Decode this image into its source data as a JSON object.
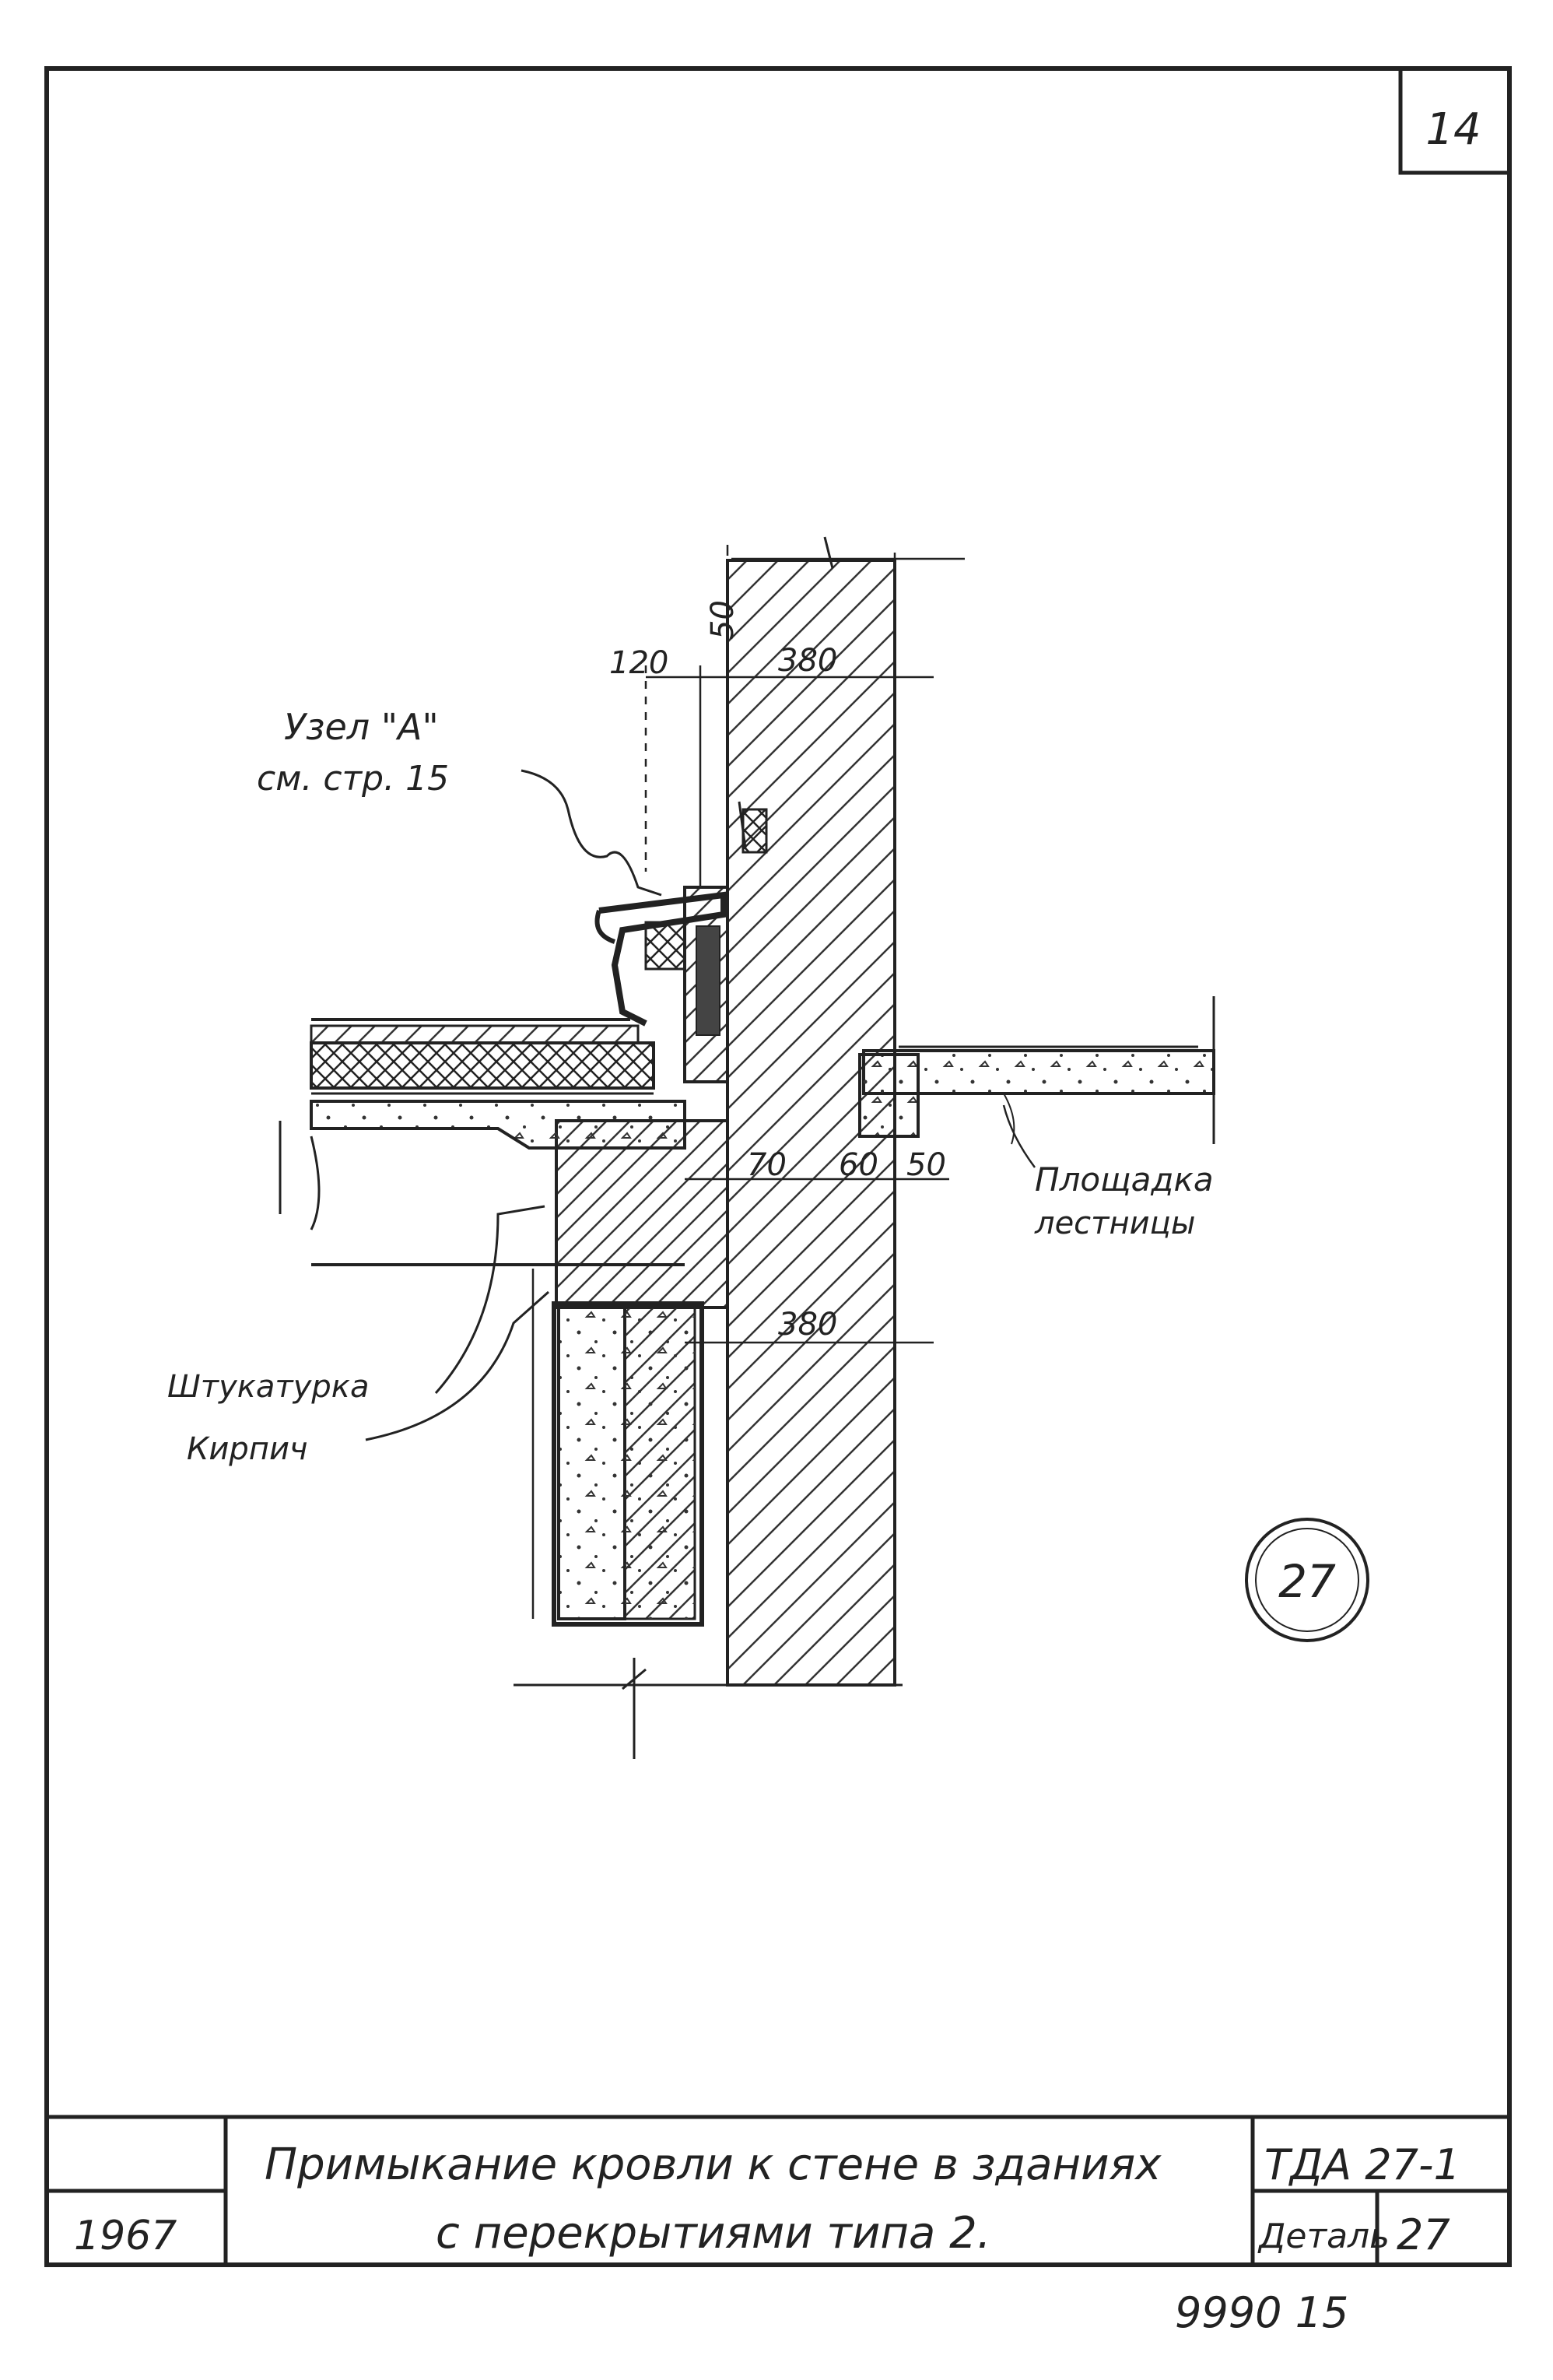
{
  "sheet": {
    "page_number": "14",
    "footer_page": "9990 15"
  },
  "drawing": {
    "node_label_line1": "Узел \"А\"",
    "node_label_line2": "см. стр. 15",
    "dim_top_120": "120",
    "dim_top_50": "50",
    "dim_top_380": "380",
    "dim_mid_70": "70",
    "dim_mid_60": "60",
    "dim_mid_50": "50",
    "dim_bottom_380": "380",
    "label_landing_line1": "Площадка",
    "label_landing_line2": "лестницы",
    "label_plaster": "Штукатурка",
    "label_brick": "Кирпич",
    "detail_number": "27"
  },
  "title_block": {
    "title_line1": "Примыкание кровли к стене в зданиях",
    "title_line2": "с перекрытиями типа 2.",
    "year": "1967",
    "code": "ТДА 27-1",
    "detail_label": "Деталь",
    "detail_value": "27"
  },
  "colors": {
    "ink": "#222222",
    "paper": "#ffffff"
  }
}
